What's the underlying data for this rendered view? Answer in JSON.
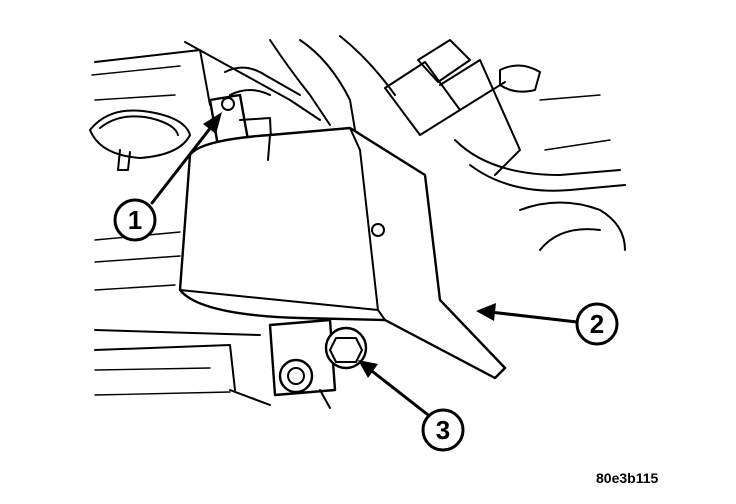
{
  "callouts": [
    {
      "label": "1"
    },
    {
      "label": "2"
    },
    {
      "label": "3"
    }
  ],
  "figure_code": "80e3b115"
}
